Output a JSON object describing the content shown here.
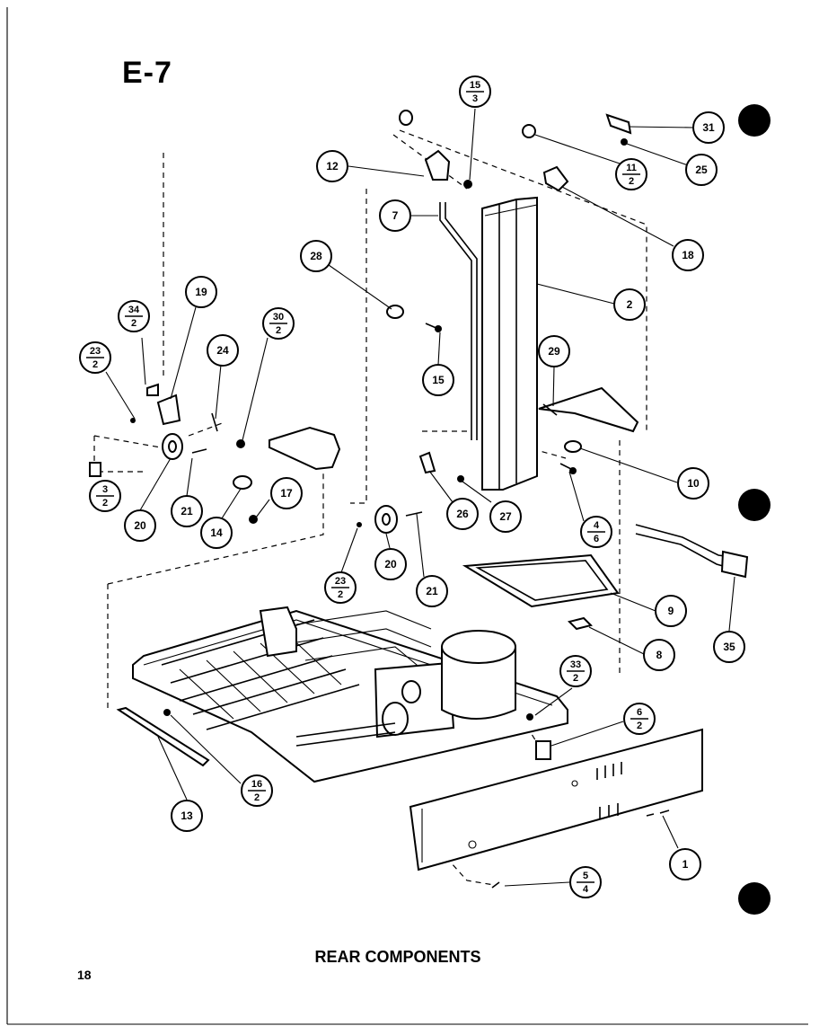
{
  "section_code": "E-7",
  "caption": "REAR COMPONENTS",
  "page_number": "18",
  "callouts": [
    {
      "num": "15",
      "den": "3"
    },
    {
      "num": "31"
    },
    {
      "num": "12"
    },
    {
      "num": "11",
      "den": "2"
    },
    {
      "num": "25"
    },
    {
      "num": "7"
    },
    {
      "num": "18"
    },
    {
      "num": "28"
    },
    {
      "num": "2"
    },
    {
      "num": "19"
    },
    {
      "num": "34",
      "den": "2"
    },
    {
      "num": "30",
      "den": "2"
    },
    {
      "num": "15"
    },
    {
      "num": "23",
      "den": "2"
    },
    {
      "num": "24"
    },
    {
      "num": "29"
    },
    {
      "num": "10"
    },
    {
      "num": "3",
      "den": "2"
    },
    {
      "num": "17"
    },
    {
      "num": "20"
    },
    {
      "num": "21"
    },
    {
      "num": "14"
    },
    {
      "num": "26"
    },
    {
      "num": "27"
    },
    {
      "num": "4",
      "den": "6"
    },
    {
      "num": "23",
      "den": "2"
    },
    {
      "num": "20"
    },
    {
      "num": "21"
    },
    {
      "num": "9"
    },
    {
      "num": "8"
    },
    {
      "num": "35"
    },
    {
      "num": "33",
      "den": "2"
    },
    {
      "num": "6",
      "den": "2"
    },
    {
      "num": "16",
      "den": "2"
    },
    {
      "num": "13"
    },
    {
      "num": "1"
    },
    {
      "num": "5",
      "den": "4"
    }
  ]
}
